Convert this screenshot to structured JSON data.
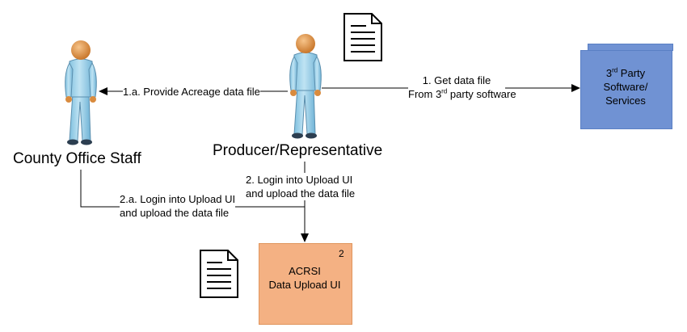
{
  "actors": {
    "county": {
      "label": "County Office Staff"
    },
    "producer": {
      "label": "Producer/Representative"
    }
  },
  "edges": {
    "provide": {
      "text": "1.a. Provide Acreage data file"
    },
    "get_file": {
      "line1": "1. Get data file",
      "line2_pre": "From 3",
      "line2_sup": "rd",
      "line2_post": " party software"
    },
    "login_producer": {
      "line1": "2. Login into Upload UI",
      "line2": "and upload the data file"
    },
    "login_county": {
      "line1": "2.a. Login into Upload UI",
      "line2": "and upload the data file"
    }
  },
  "nodes": {
    "third_party": {
      "line1_pre": "3",
      "line1_sup": "rd",
      "line1_post": " Party",
      "line2": "Software/",
      "line3": "Services",
      "color": "#7092d3"
    },
    "acrsi": {
      "line1": "ACRSI",
      "line2": "Data Upload UI",
      "number": "2",
      "color": "#f4b183"
    }
  },
  "icons": [
    "person-icon",
    "document-icon",
    "arrowhead-icon"
  ]
}
